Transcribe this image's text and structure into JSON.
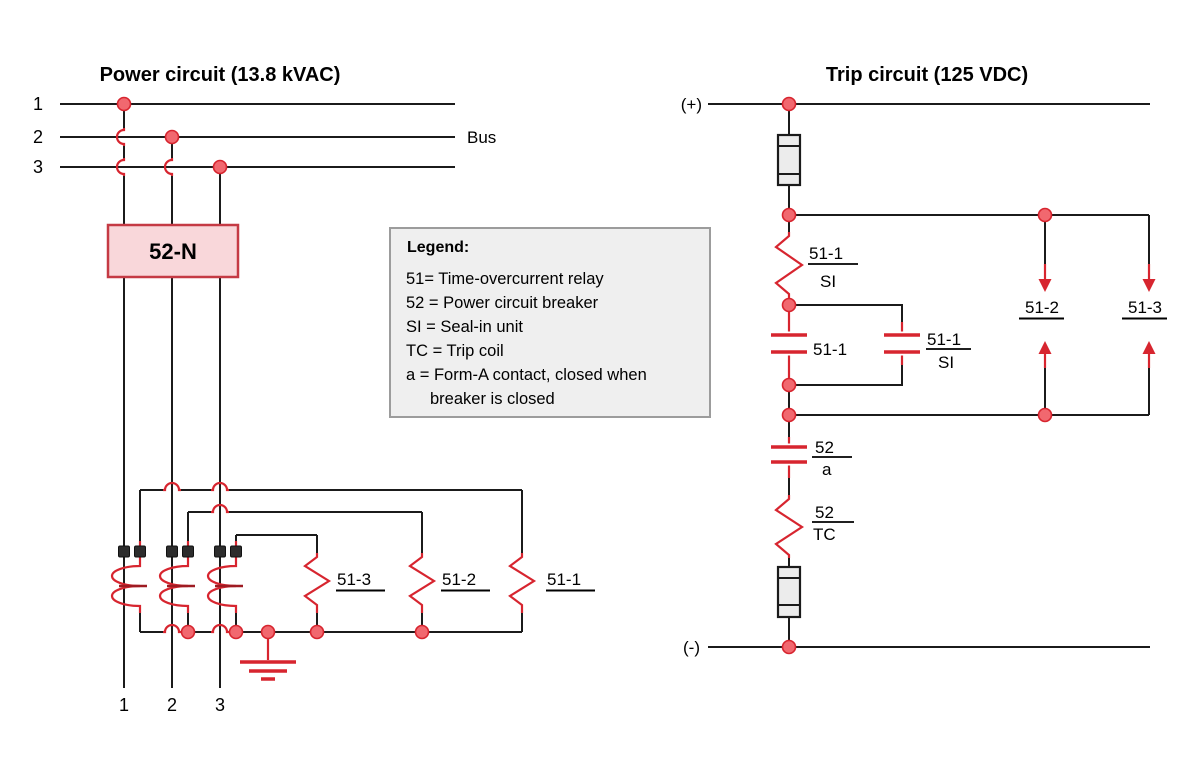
{
  "colors": {
    "line": "#1b1b1b",
    "red": "#d7252f",
    "dot_fill": "#f1686f",
    "winding": "#9e1b22",
    "breaker_fill": "#f9d7da",
    "breaker_border": "#c53a44",
    "fuse_fill": "#ececec",
    "legend_fill": "#efefef",
    "legend_border": "#9c9c9c",
    "terminal": "#2d2d2d"
  },
  "power_circuit": {
    "title": "Power circuit (13.8 kVAC)",
    "bus_label": "Bus",
    "phase_labels_top": [
      "1",
      "2",
      "3"
    ],
    "phase_labels_bottom": [
      "1",
      "2",
      "3"
    ],
    "breaker_label": "52-N",
    "relay_coil_labels": [
      "51-3",
      "51-2",
      "51-1"
    ]
  },
  "legend": {
    "title": "Legend:",
    "entries": [
      "51= Time-overcurrent relay",
      "52 = Power circuit breaker",
      "SI = Seal-in unit",
      "TC = Trip coil",
      "a = Form-A contact, closed when",
      "breaker is closed"
    ]
  },
  "trip_circuit": {
    "title": "Trip circuit (125 VDC)",
    "positive_label": "(+)",
    "negative_label": "(-)",
    "seal_in_coil": {
      "num": "51-1",
      "den": "SI"
    },
    "main_contact_label": "51-1",
    "seal_in_contact": {
      "num": "51-1",
      "den": "SI"
    },
    "branch_labels": [
      "51-2",
      "51-3"
    ],
    "aux_contact": {
      "num": "52",
      "den": "a"
    },
    "trip_coil": {
      "num": "52",
      "den": "TC"
    }
  }
}
